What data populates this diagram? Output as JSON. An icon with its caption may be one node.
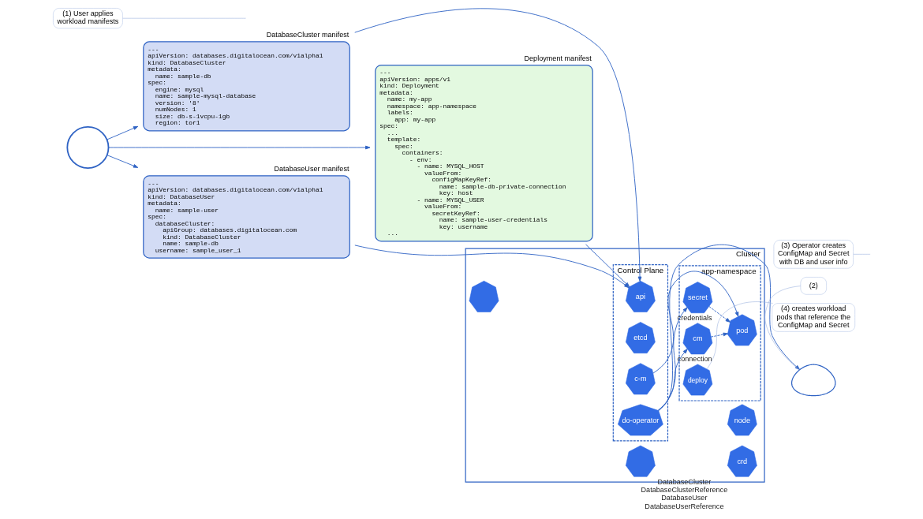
{
  "diagram": {
    "nodes": [
      {
        "text": [],
        "shape": "person"
      },
      {
        "text": [
          "(1) User applies workload manifests"
        ]
      },
      {
        "text": [
          "DatabaseCluster manifest",
          "---",
          "apiVersion: databases.digitalocean.com/v1alpha1",
          "kind: DatabaseCluster",
          "metadata:",
          "  name: sample-db",
          "spec:",
          "  engine: mysql",
          "  name: sample-mysql-database",
          "  version: '8'",
          "  numNodes: 1",
          "  size: db-s-1vcpu-1gb",
          "  region: tor1"
        ]
      },
      {
        "text": [
          "DatabaseUser manifest",
          "---",
          "apiVersion: databases.digitalocean.com/v1alpha1",
          "kind: DatabaseUser",
          "metadata:",
          "  name: sample-user",
          "spec:",
          "  databaseCluster:",
          "    apiGroup: databases.digitalocean.com",
          "    kind: DatabaseCluster",
          "    name: sample-db",
          "  username: sample_user_1"
        ]
      },
      {
        "text": [
          "Deployment manifest",
          "---",
          "apiVersion: apps/v1",
          "kind: Deployment",
          "metadata:",
          "  name: my-app",
          "  namespace: app-namespace",
          "  labels:",
          "    app: my-app",
          "spec:",
          "  ...",
          "  template:",
          "    spec:",
          "      containers:",
          "        - env:",
          "          - name: MYSQL_HOST",
          "            valueFrom:",
          "              configMapKeyRef:",
          "                name: sample-db-private-connection",
          "                key: host",
          "          - name: MYSQL_USER",
          "            valueFrom:",
          "              secretKeyRef:",
          "                name: sample-user-credentials",
          "                key: username",
          "  ..."
        ]
      },
      {
        "text": [
          "Cluster"
        ]
      },
      {
        "text": [],
        "shape": "septagon",
        "in": 5
      },
      {
        "text": [
          "Control Plane"
        ],
        "in": 5
      },
      {
        "text": [
          "api"
        ],
        "in": 7
      },
      {
        "text": [
          "etcd"
        ],
        "in": 7
      },
      {
        "text": [
          "c-m"
        ],
        "in": 7
      },
      {
        "text": [
          "do-operator"
        ],
        "in": 7
      },
      {
        "text": [],
        "shape": "septagon",
        "in": 5
      },
      {
        "text": [
          "app-namespace"
        ],
        "in": 5
      },
      {
        "text": [
          "deploy"
        ],
        "in": 13
      },
      {
        "text": [
          "cm"
        ],
        "beside": [
          "connection"
        ],
        "in": 13
      },
      {
        "text": [
          "secret"
        ],
        "beside": [
          "credentials"
        ],
        "in": 13
      },
      {
        "text": [
          "pod"
        ],
        "in": 13
      },
      {
        "text": [
          "crd"
        ],
        "beside": [
          "DatabaseCluster",
          "DatabaseClusterReference",
          "DatabaseUser",
          "DatabaseUserReference"
        ],
        "in": 5
      },
      {
        "text": [
          "node"
        ],
        "in": 5
      },
      {
        "text": [],
        "shape": "cloud"
      },
      {
        "text": [
          "(2)"
        ]
      },
      {
        "text": [
          "(3) Operator creates ConfigMap and Secret with DB and user info"
        ]
      },
      {
        "text": [
          "(4) creates workload pods that reference the ConfigMap and Secret"
        ]
      }
    ],
    "edges": [
      {
        "from": 0,
        "to": 2,
        "arrow": "to"
      },
      {
        "from": 0,
        "to": 3,
        "arrow": "to"
      },
      {
        "from": 0,
        "to": 4,
        "arrow": "to"
      },
      {
        "from": 1,
        "to": null,
        "arrow": "none",
        "color": "#9fb4e0"
      },
      {
        "from": 2,
        "to": 8,
        "arrow": "to"
      },
      {
        "from": 3,
        "to": 8,
        "arrow": "to"
      },
      {
        "from": 4,
        "to": 8,
        "arrow": "to"
      },
      {
        "from": 10,
        "to": 17,
        "arrow": "to"
      },
      {
        "from": 11,
        "to": 20,
        "arrow": "to"
      },
      {
        "from": 11,
        "to": 15,
        "arrow": "to"
      },
      {
        "from": 11,
        "to": 16,
        "arrow": "to"
      },
      {
        "from": 15,
        "to": 17,
        "arrow": "to",
        "style": "dashed"
      },
      {
        "from": 16,
        "to": 17,
        "arrow": "to",
        "style": "dashed"
      },
      {
        "from": 21,
        "to": 20,
        "arrow": "none",
        "color": "#9fb4e0"
      },
      {
        "from": 22,
        "to": null,
        "arrow": "none",
        "color": "#9fb4e0"
      },
      {
        "from": 23,
        "to": 14,
        "arrow": "none",
        "color": "#9fb4e0"
      }
    ]
  }
}
